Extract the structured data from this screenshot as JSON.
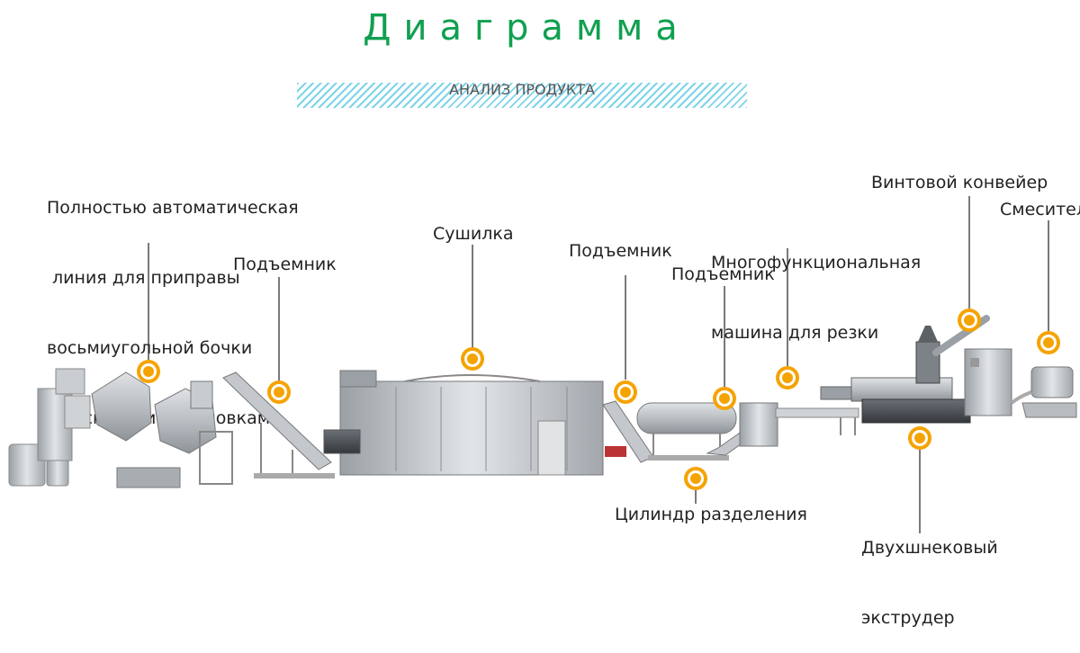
{
  "title": "Диаграмма",
  "subtitle": "АНАЛИЗ ПРОДУКТА",
  "colors": {
    "title": "#10a050",
    "marker_outer": "#f5a300",
    "marker_inner": "#ffffff",
    "leader": "#333333",
    "machine": "#b8bcc0"
  },
  "labels": {
    "seasoning": [
      "Полностью автоматическая",
      " линия для приправы",
      "восьмиугольной бочки",
      "с несколькими головками"
    ],
    "lift1": "Подъемник",
    "dryer": "Сушилка",
    "lift2": "Подъемник",
    "lift3": "Подъемник",
    "cutter": [
      "Многофункциональная",
      "машина для резки"
    ],
    "screw": "Винтовой конвейер",
    "mixer": "Смеситель",
    "cylinder": "Цилиндр разделения",
    "extruder": [
      "Двухшнековый",
      "экструдер"
    ]
  }
}
